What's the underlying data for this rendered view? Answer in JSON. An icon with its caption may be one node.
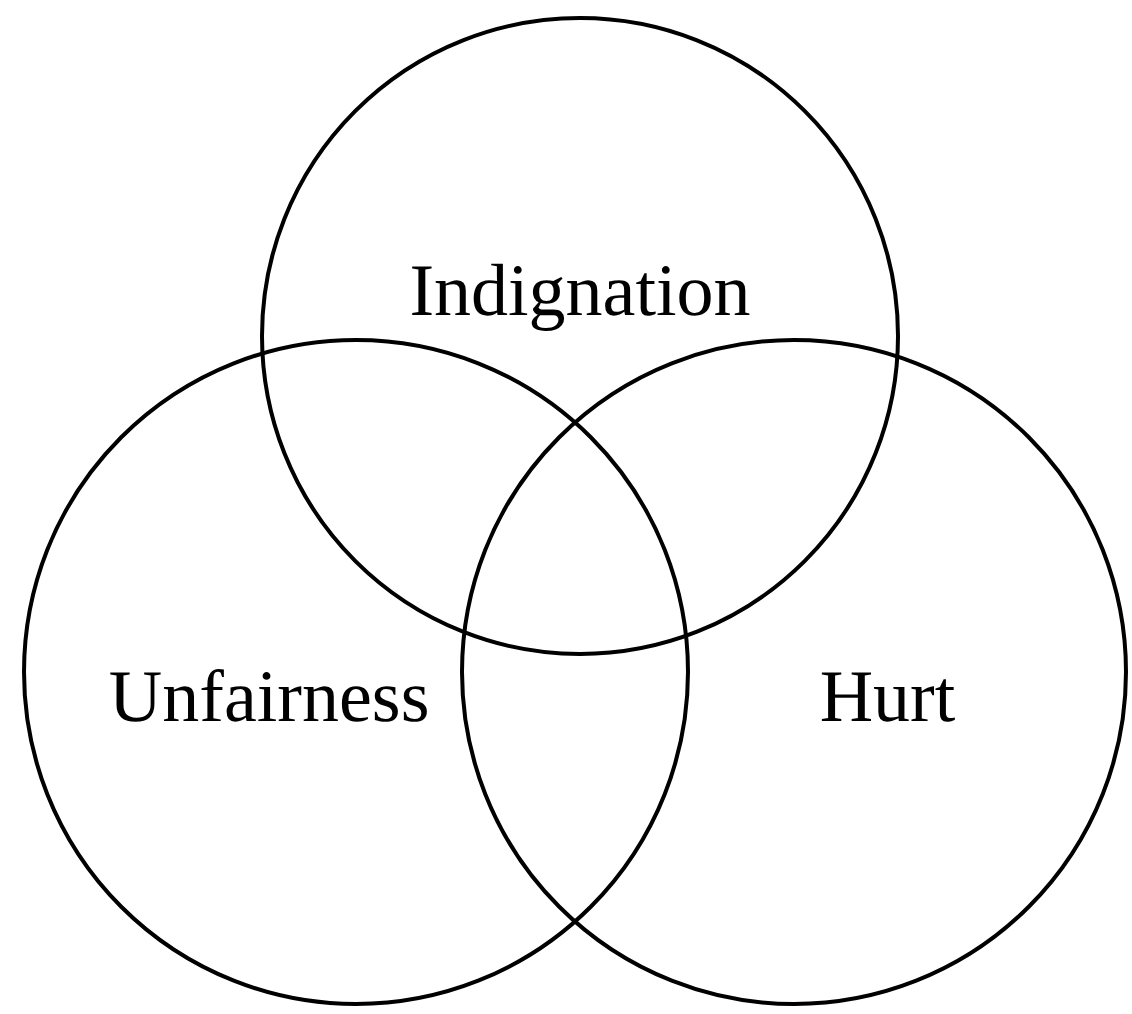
{
  "diagram": {
    "nodes": [
      {
        "text": [
          "Indignation"
        ]
      },
      {
        "text": [
          "Unfairness"
        ]
      },
      {
        "text": [
          "Hurt"
        ]
      }
    ]
  }
}
